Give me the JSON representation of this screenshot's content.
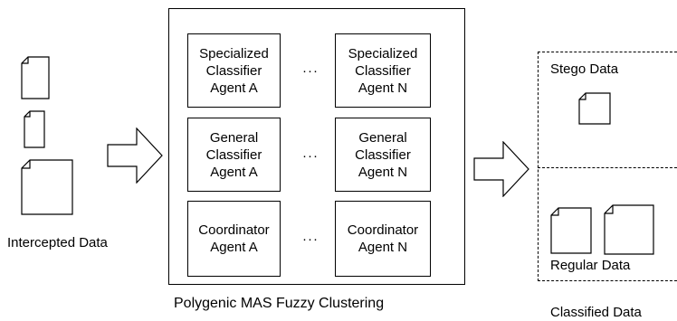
{
  "intercepted": {
    "label": "Intercepted Data"
  },
  "mas": {
    "title": "Polygenic MAS Fuzzy Clustering",
    "ellipsis": "···",
    "rows": [
      {
        "left": [
          "Specialized",
          "Classifier",
          "Agent A"
        ],
        "right": [
          "Specialized",
          "Classifier",
          "Agent N"
        ]
      },
      {
        "left": [
          "General",
          "Classifier",
          "Agent A"
        ],
        "right": [
          "General",
          "Classifier",
          "Agent N"
        ]
      },
      {
        "left": [
          "Coordinator",
          "Agent A"
        ],
        "right": [
          "Coordinator",
          "Agent N"
        ]
      }
    ]
  },
  "classified": {
    "title": "Classified Data",
    "stego_label": "Stego Data",
    "regular_label": "Regular Data"
  },
  "icons": {
    "document": "document-dog-ear-icon",
    "arrow": "block-right-arrow-icon"
  }
}
